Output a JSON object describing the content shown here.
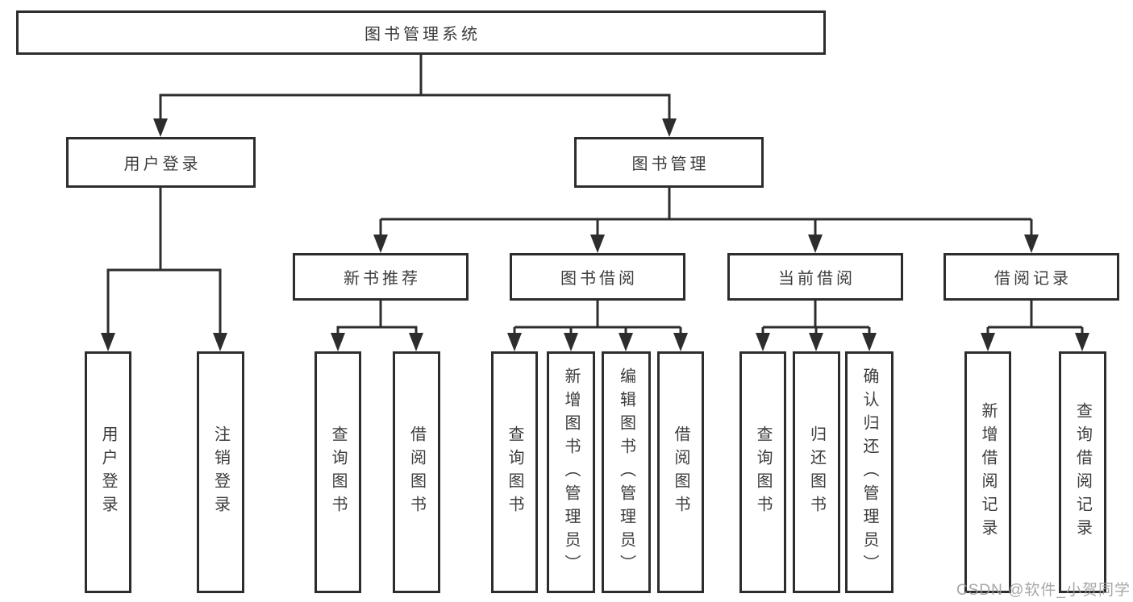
{
  "diagram": {
    "title_node": "图书管理系统",
    "root": {
      "label": "图书管理系统"
    },
    "branches": [
      {
        "label": "用户登录",
        "children": [
          {
            "label": "用户登录"
          },
          {
            "label": "注销登录"
          }
        ]
      },
      {
        "label": "图书管理",
        "sections": [
          {
            "label": "新书推荐",
            "children": [
              {
                "label": "查询图书"
              },
              {
                "label": "借阅图书"
              }
            ]
          },
          {
            "label": "图书借阅",
            "children": [
              {
                "label": "查询图书"
              },
              {
                "label": "新增图书（管理员）"
              },
              {
                "label": "编辑图书（管理员）"
              },
              {
                "label": "借阅图书"
              }
            ]
          },
          {
            "label": "当前借阅",
            "children": [
              {
                "label": "查询图书"
              },
              {
                "label": "归还图书"
              },
              {
                "label": "确认归还（管理员）"
              }
            ]
          },
          {
            "label": "借阅记录",
            "children": [
              {
                "label": "新增借阅记录"
              },
              {
                "label": "查询借阅记录"
              }
            ]
          }
        ]
      }
    ]
  },
  "watermark": {
    "text": "CSDN @软件_小贺同学"
  },
  "colors": {
    "line": "#2d2d2d",
    "border": "#2d2d2d",
    "text": "#3c3c3c",
    "background": "#ffffff",
    "watermark": "#9e9e9e"
  }
}
